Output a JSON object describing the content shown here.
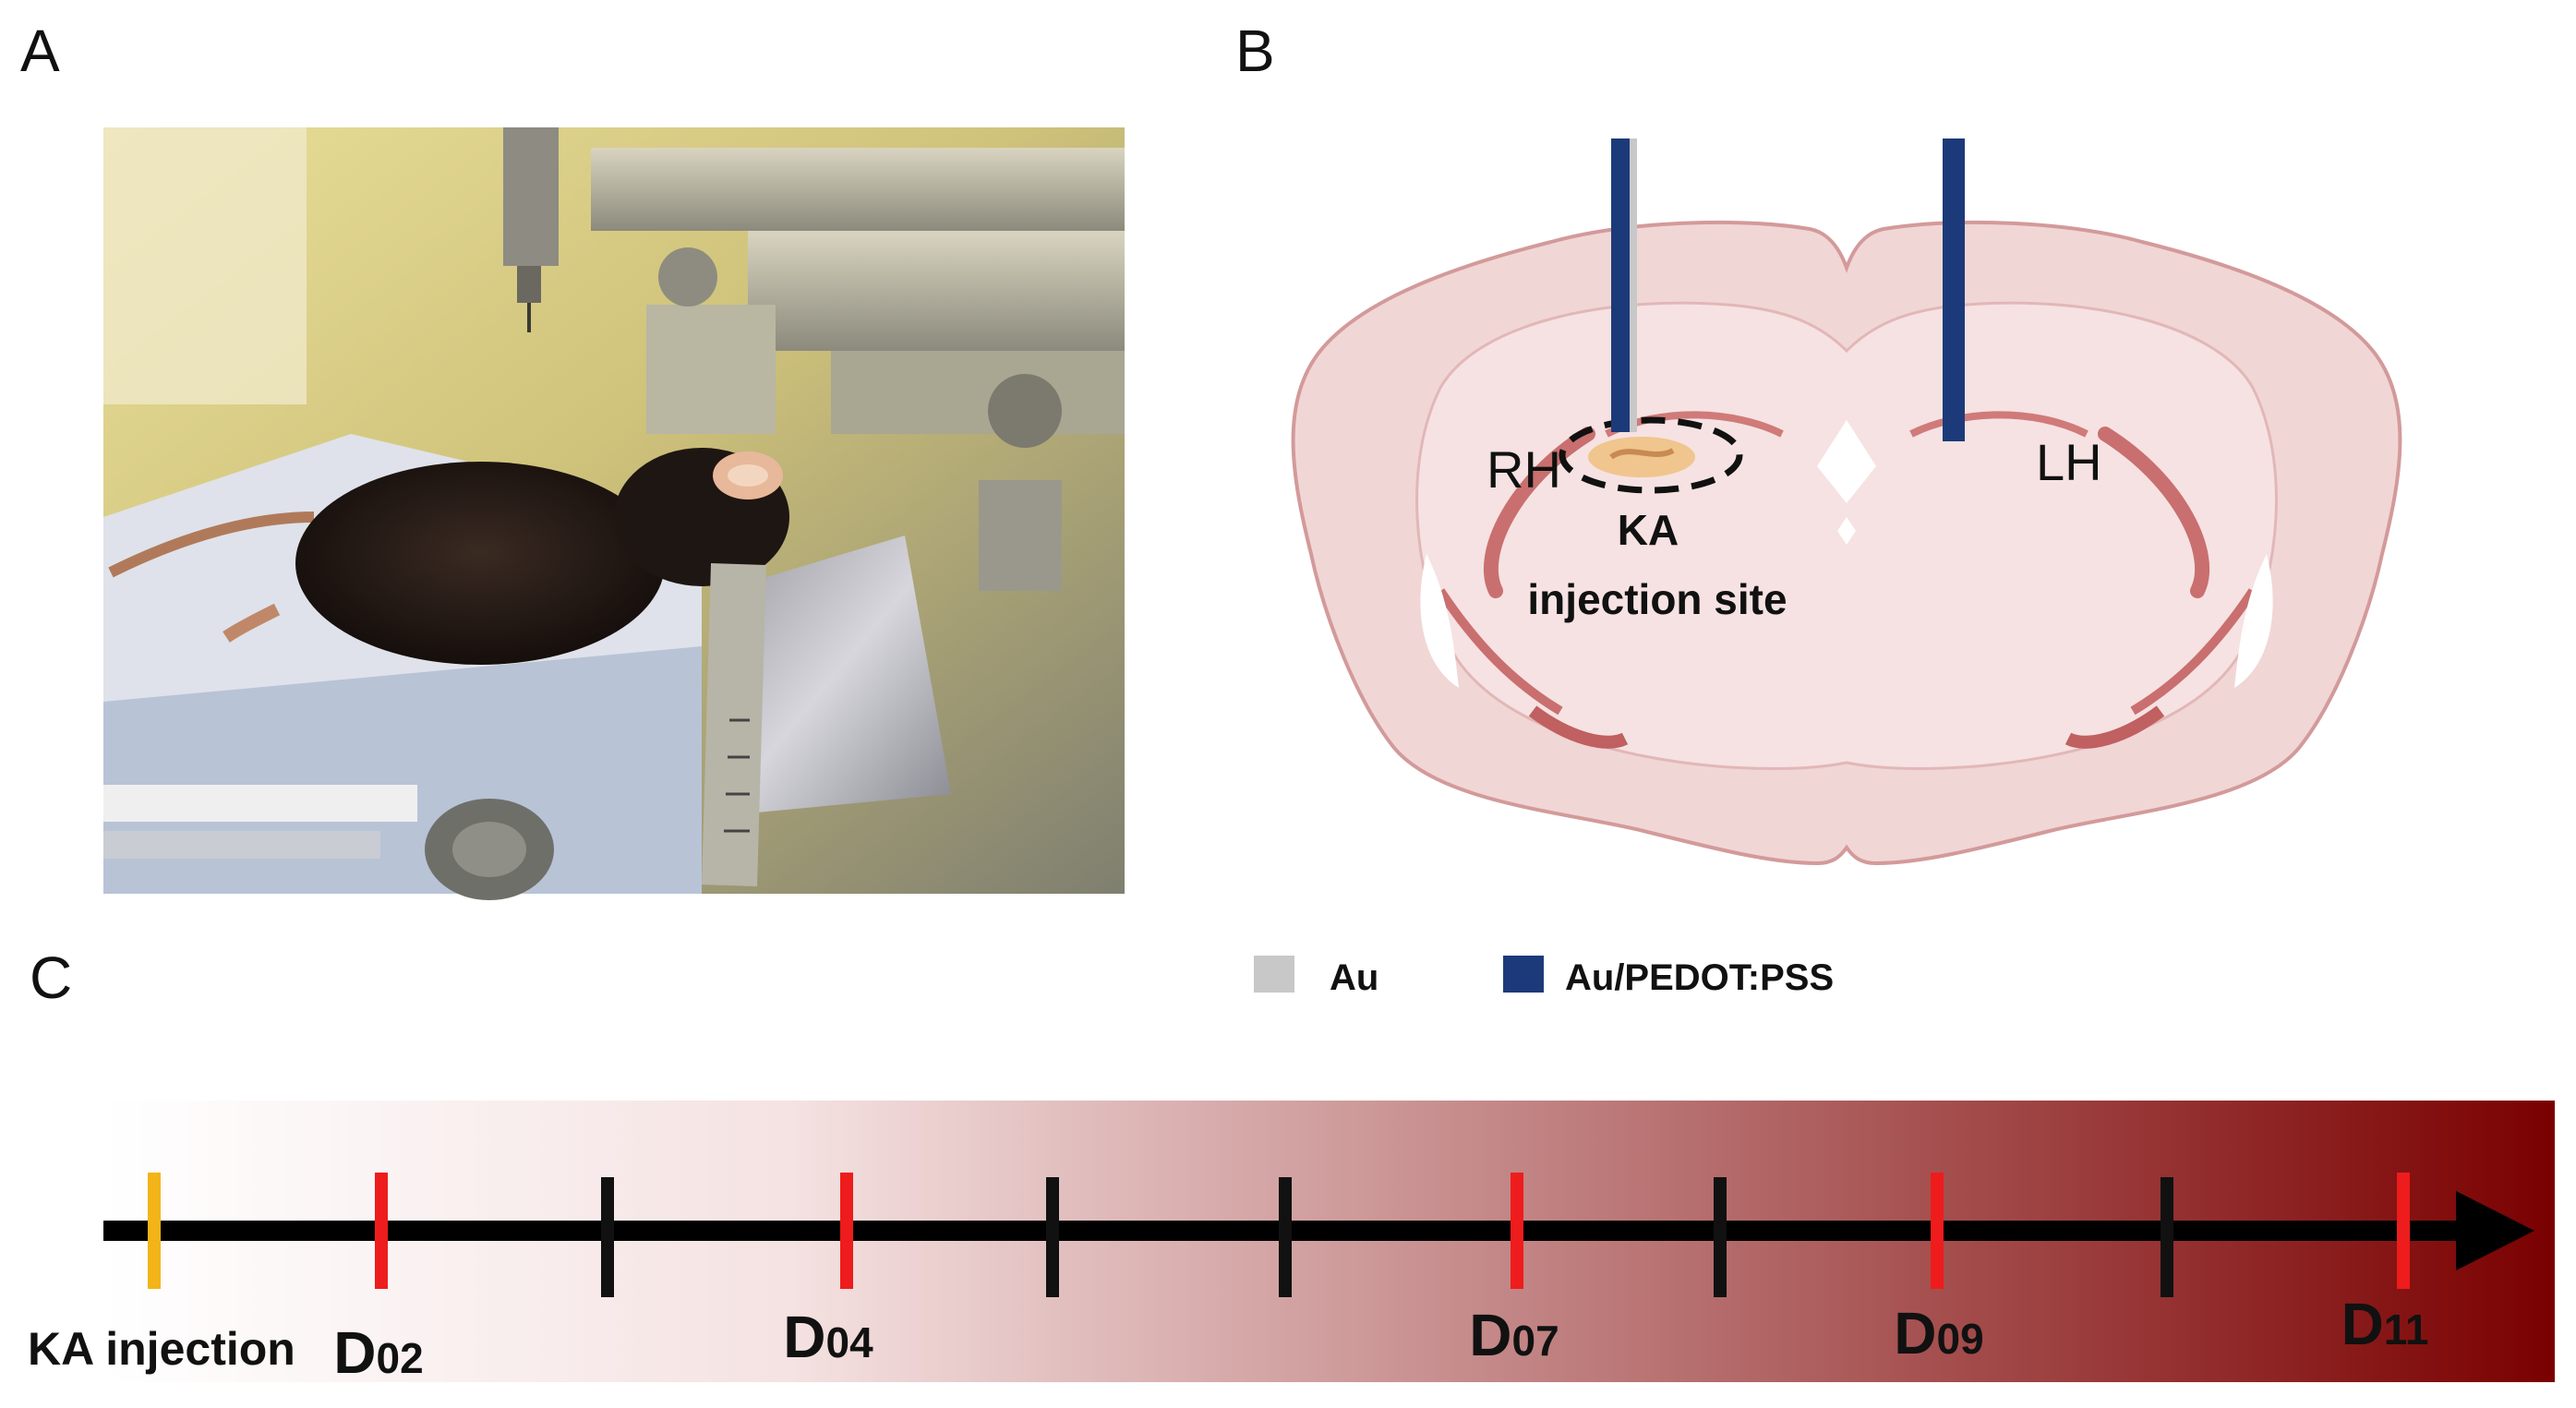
{
  "panels": {
    "a": "A",
    "b": "B",
    "c": "C"
  },
  "brain": {
    "rh": "RH",
    "lh": "LH",
    "site_line1": "KA",
    "site_line2": "injection site"
  },
  "legend": [
    {
      "label": "Au",
      "color": "#c8c8c8"
    },
    {
      "label": "Au/PEDOT:PSS",
      "color": "#1c3a7a"
    }
  ],
  "timeline": {
    "start_label": "KA injection",
    "day_prefix": "D",
    "events": [
      {
        "kind": "injection",
        "color": "#f2b418",
        "digits": ""
      },
      {
        "kind": "recording",
        "color": "#ee1c1c",
        "digits": "02"
      },
      {
        "kind": "tick",
        "color": "#111111",
        "digits": ""
      },
      {
        "kind": "recording",
        "color": "#ee1c1c",
        "digits": "04"
      },
      {
        "kind": "tick",
        "color": "#111111",
        "digits": ""
      },
      {
        "kind": "tick",
        "color": "#111111",
        "digits": ""
      },
      {
        "kind": "recording",
        "color": "#ee1c1c",
        "digits": "07"
      },
      {
        "kind": "tick",
        "color": "#111111",
        "digits": ""
      },
      {
        "kind": "recording",
        "color": "#ee1c1c",
        "digits": "09"
      },
      {
        "kind": "tick",
        "color": "#111111",
        "digits": ""
      },
      {
        "kind": "recording",
        "color": "#ee1c1c",
        "digits": "11"
      }
    ],
    "gradient_from": "#ffffff",
    "gradient_to": "#7a0000"
  },
  "colors": {
    "brain_fill": "#f1d6d6",
    "brain_stroke": "#d39a9a",
    "ventricle": "#c96f6f",
    "electrode": "#1c3a7a"
  }
}
